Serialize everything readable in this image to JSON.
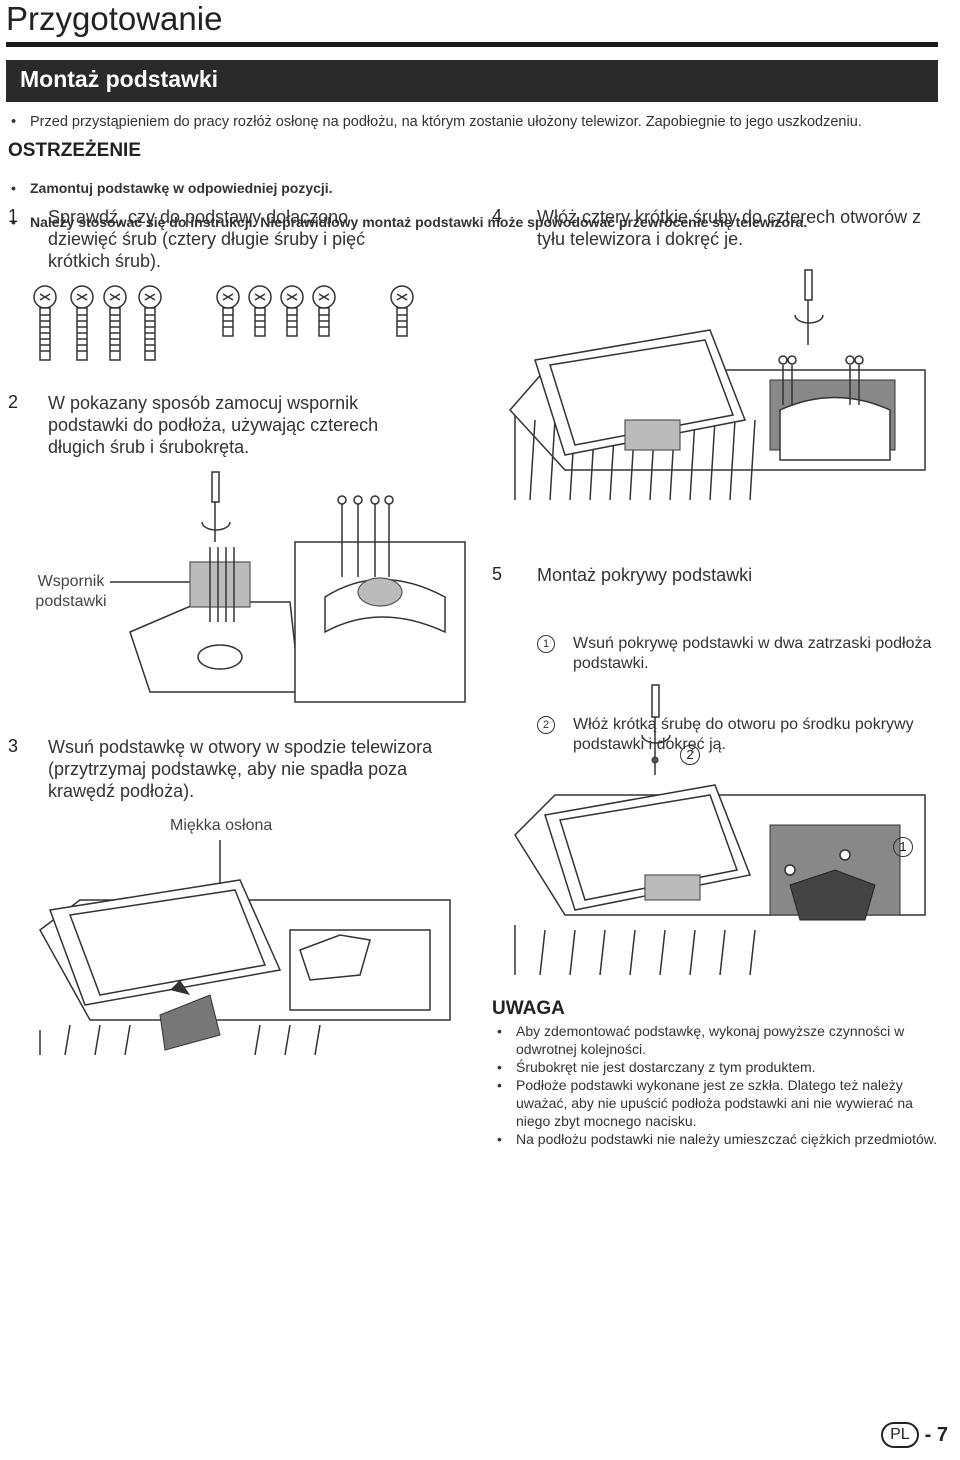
{
  "page": {
    "title": "Przygotowanie",
    "section": "Montaż podstawki",
    "intro_note": "Przed przystąpieniem do pracy rozłóż osłonę na podłożu, na którym zostanie ułożony telewizor. Zapobiegnie to jego uszkodzeniu."
  },
  "warning": {
    "heading": "OSTRZEŻENIE",
    "items": [
      "Zamontuj podstawkę w odpowiedniej pozycji.",
      "Należy stosować się do instrukcji. Nieprawidłowy montaż podstawki może spowodować przewrócenie się telewizora."
    ]
  },
  "steps": {
    "s1": {
      "num": "1",
      "text": "Sprawdź, czy do podstawy dołączono dziewięć śrub (cztery długie śruby i pięć krótkich śrub)."
    },
    "s2": {
      "num": "2",
      "text": "W pokazany sposób zamocuj wspornik podstawki do podłoża, używając czterech długich śrub i śrubokręta."
    },
    "s3": {
      "num": "3",
      "text": "Wsuń podstawkę w otwory w spodzie telewizora (przytrzymaj podstawkę, aby nie spadła poza krawędź podłoża)."
    },
    "s4": {
      "num": "4",
      "text": "Włóż cztery krótkie śruby do czterech otworów z tyłu telewizora i dokręć je."
    },
    "s5": {
      "num": "5",
      "text": "Montaż pokrywy podstawki",
      "sub": [
        {
          "num": "1",
          "text": "Wsuń pokrywę podstawki w dwa zatrzaski podłoża podstawki."
        },
        {
          "num": "2",
          "text": "Włóż krótką śrubę do otworu po środku pokrywy podstawki i dokręć ją."
        }
      ]
    }
  },
  "labels": {
    "bracket": "Wspornik podstawki",
    "soft_cover": "Miękka osłona",
    "callout_1": "1",
    "callout_2": "2"
  },
  "note": {
    "heading": "UWAGA",
    "items": [
      "Aby zdemontować podstawkę, wykonaj powyższe czynności w odwrotnej kolejności.",
      "Śrubokręt nie jest dostarczany z tym produktem.",
      "Podłoże podstawki wykonane jest ze szkła. Dlatego też należy uważać, aby nie upuścić podłoża podstawki ani nie wywierać na niego zbyt mocnego nacisku.",
      "Na podłożu podstawki nie należy umieszczać ciężkich przedmiotów."
    ]
  },
  "footer": {
    "lang": "PL",
    "page": "- 7"
  },
  "colors": {
    "bar": "#2a2a2a",
    "text": "#222222"
  }
}
